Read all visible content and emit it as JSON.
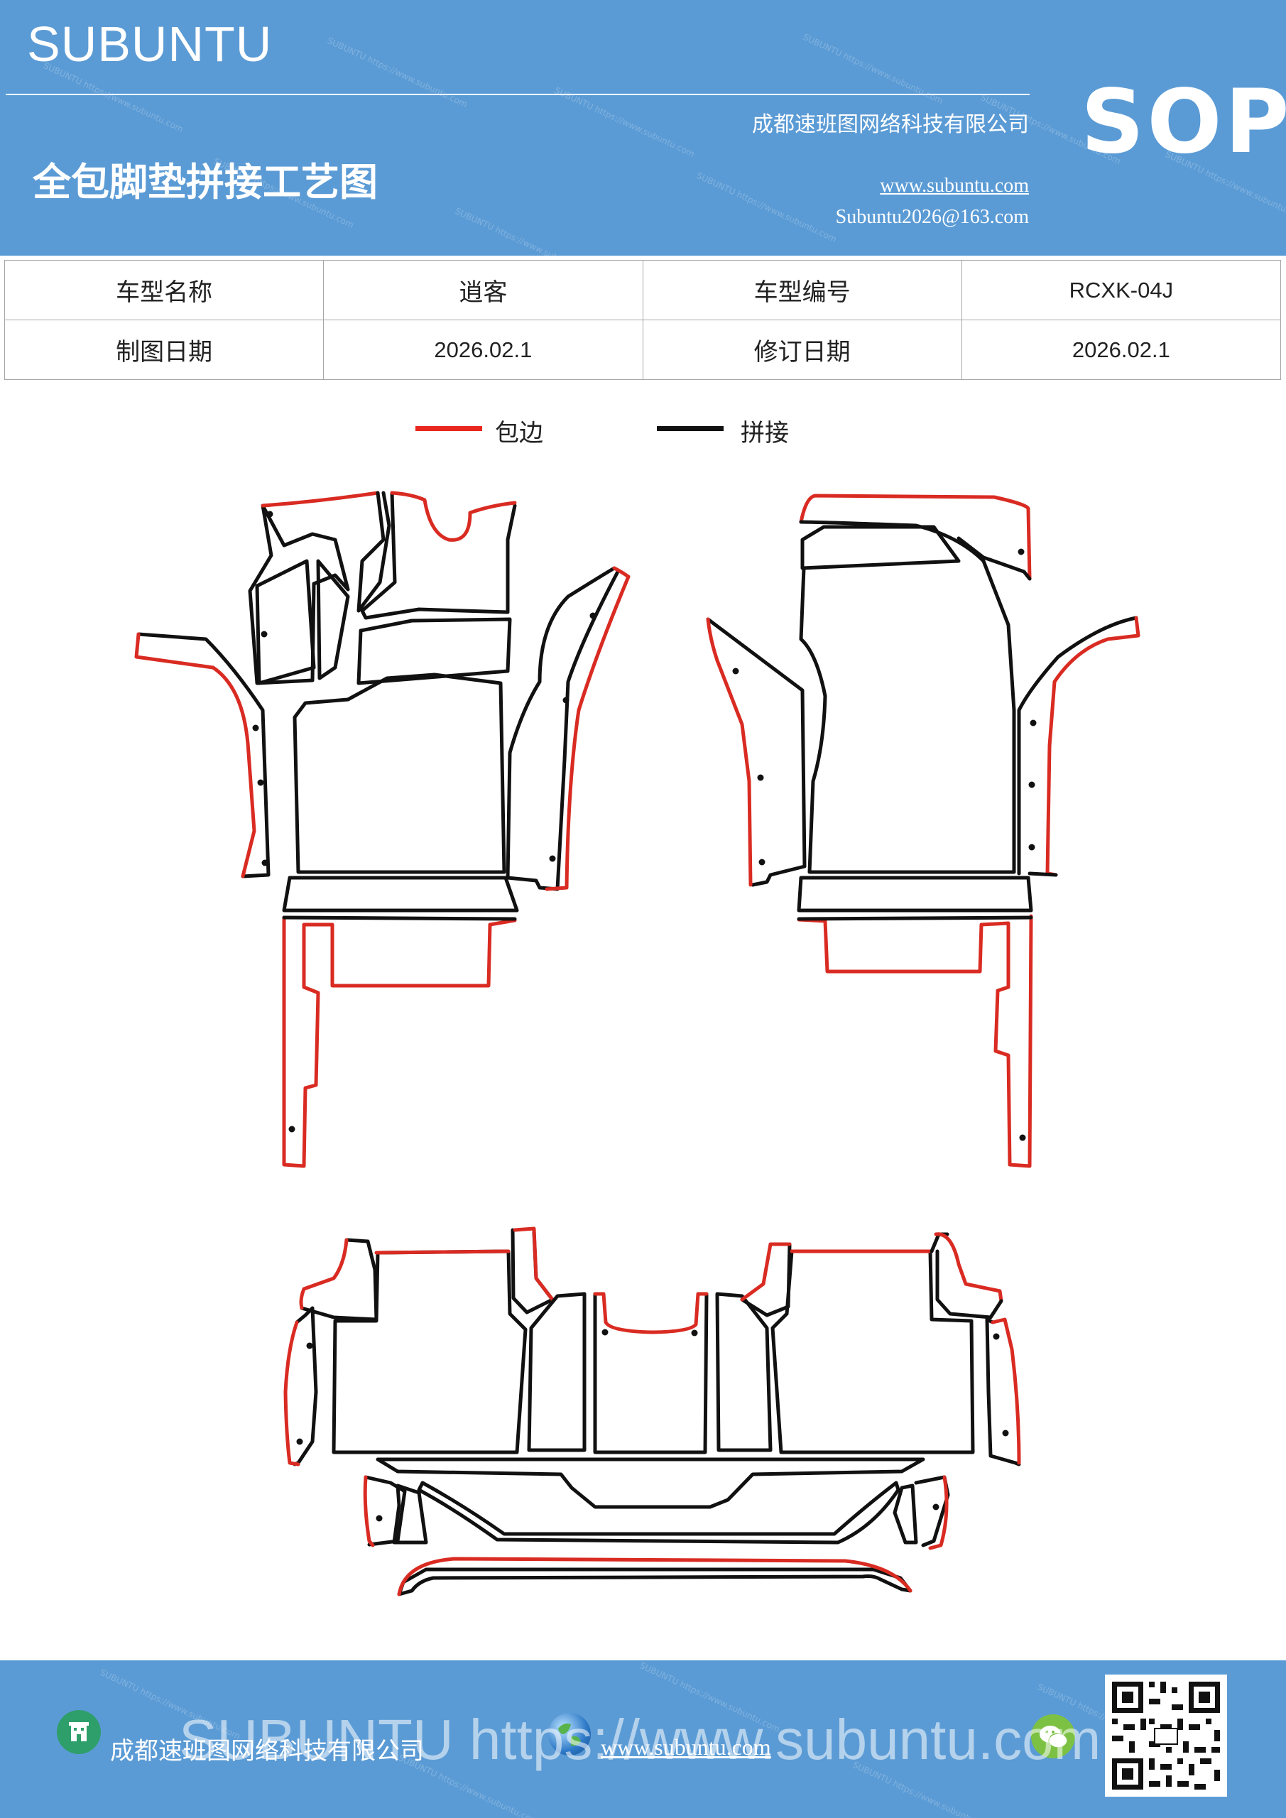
{
  "header": {
    "brand": "SUBUNTU",
    "title": "全包脚垫拼接工艺图",
    "company": "成都速班图网络科技有限公司",
    "website": "www.subuntu.com",
    "email": "Subuntu2026@163.com",
    "badge": "SOP"
  },
  "info_table": {
    "rows": [
      [
        {
          "label": "车型名称",
          "value": "逍客"
        },
        {
          "label": "车型编号",
          "value": "RCXK-04J"
        }
      ],
      [
        {
          "label": "制图日期",
          "value": "2026.02.1"
        },
        {
          "label": "修订日期",
          "value": "2026.02.1"
        }
      ]
    ]
  },
  "legend": {
    "items": [
      {
        "label": "包边",
        "color": "#e8281e"
      },
      {
        "label": "拼接",
        "color": "#111111"
      }
    ]
  },
  "colors": {
    "brand_blue": "#5b9bd5",
    "edge_red": "#d92b22",
    "seam_black": "#111111"
  },
  "footer": {
    "company": "成都速班图网络科技有限公司",
    "website": "www.subuntu.com",
    "overlay": "SUBUNTU https://www.subuntu.com",
    "icons": [
      "building-icon",
      "globe-icon",
      "wechat-icon",
      "qr-code"
    ]
  }
}
